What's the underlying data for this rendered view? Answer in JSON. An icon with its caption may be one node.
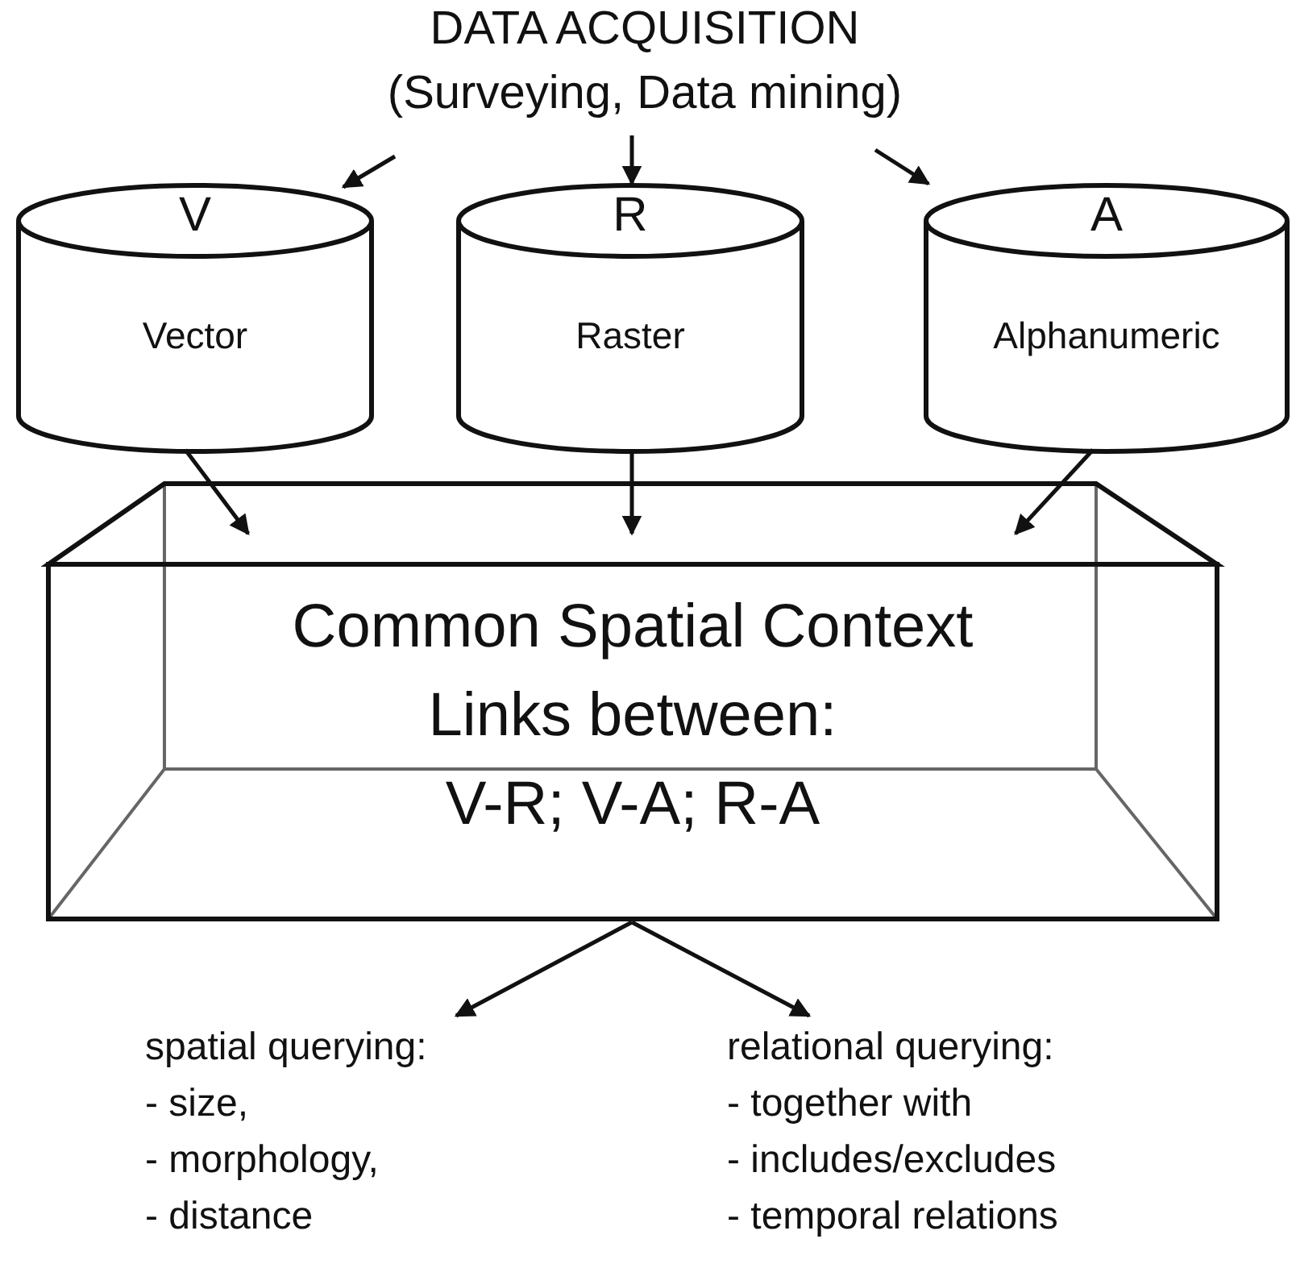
{
  "diagram": {
    "nodes": [
      {
        "text": [
          "DATA ACQUISITION",
          "(Surveying, Data mining)"
        ]
      },
      {
        "text": [
          "V",
          "Vector"
        ]
      },
      {
        "text": [
          "R",
          "Raster"
        ]
      },
      {
        "text": [
          "A",
          "Alphanumeric"
        ]
      },
      {
        "text": [
          "Common Spatial Context",
          "Links between:",
          "V-R; V-A; R-A"
        ]
      },
      {
        "text": [
          "spatial querying:",
          "- size,",
          "- morphology,",
          "- distance"
        ]
      },
      {
        "text": [
          "relational querying:",
          "- together with",
          "- includes/excludes",
          "- temporal relations"
        ]
      }
    ],
    "edges": [
      {
        "from": 0,
        "to": 1,
        "arrow": "to"
      },
      {
        "from": 0,
        "to": 2,
        "arrow": "to"
      },
      {
        "from": 0,
        "to": 3,
        "arrow": "to"
      },
      {
        "from": 1,
        "to": 4,
        "arrow": "to"
      },
      {
        "from": 2,
        "to": 4,
        "arrow": "to"
      },
      {
        "from": 3,
        "to": 4,
        "arrow": "to"
      },
      {
        "from": 4,
        "to": 5,
        "arrow": "to"
      },
      {
        "from": 4,
        "to": 6,
        "arrow": "to"
      }
    ]
  }
}
